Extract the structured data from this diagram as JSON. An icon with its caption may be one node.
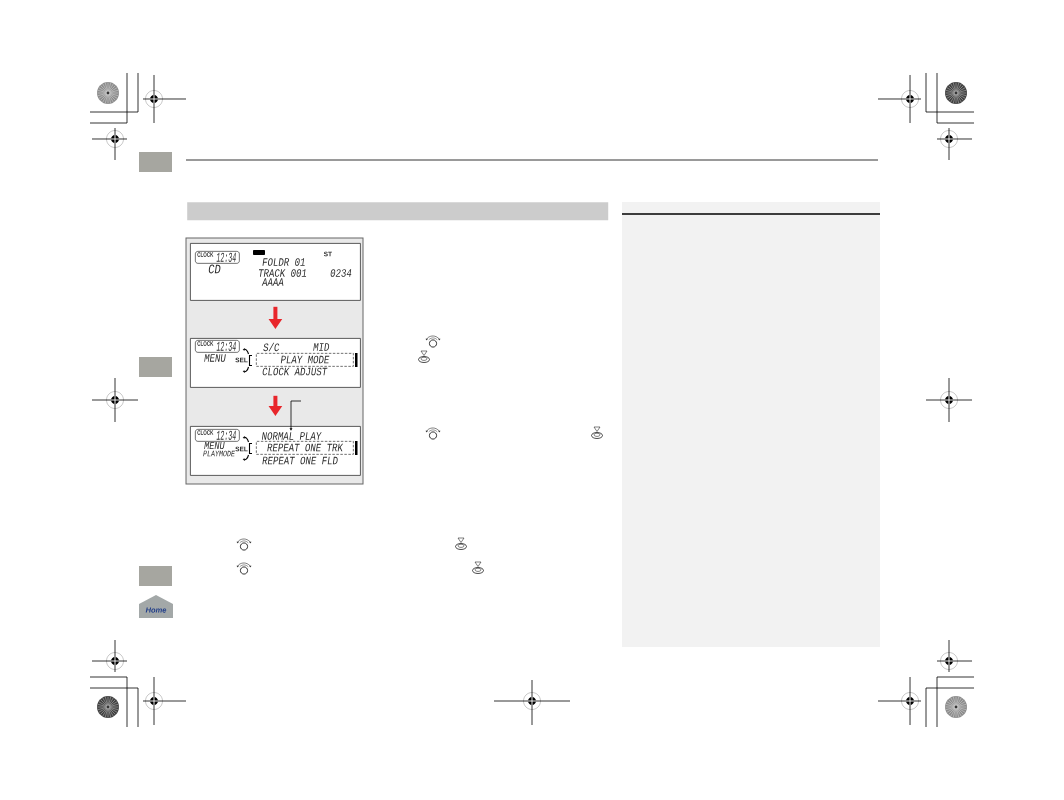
{
  "diagram": {
    "nodes": [
      {
        "text": [],
        "shape": "bar"
      },
      {
        "text": [
          "ST",
          "CD",
          "FOLDR 01",
          "TRACK 001",
          "0234",
          "AAAA"
        ]
      },
      {
        "text": [
          "CLOCK",
          "12:34"
        ],
        "in": 1
      },
      {
        "text": [
          "MENU",
          "SEL",
          "S/C",
          "MID",
          "CLOCK ADJUST"
        ]
      },
      {
        "text": [
          "CLOCK",
          "12:34"
        ],
        "in": 3
      },
      {
        "text": [
          "PLAY MODE"
        ],
        "in": 3
      },
      {
        "text": [
          "MENU",
          "PLAYMODE",
          "SEL",
          "REPEAT ONE FLD"
        ]
      },
      {
        "text": [
          "CLOCK",
          "12:34"
        ],
        "in": 6
      },
      {
        "text": [
          "NORMAL PLAY"
        ],
        "in": 6
      },
      {
        "text": [
          "REPEAT ONE TRK"
        ],
        "in": 6
      }
    ],
    "edges": [
      {
        "from": 1,
        "to": 3,
        "arrow": "to"
      },
      {
        "from": 3,
        "to": 6,
        "arrow": "to"
      },
      {
        "from": null,
        "to": 8,
        "arrow": "to",
        "color": "#000000"
      }
    ],
    "labels": [
      "Home"
    ]
  }
}
